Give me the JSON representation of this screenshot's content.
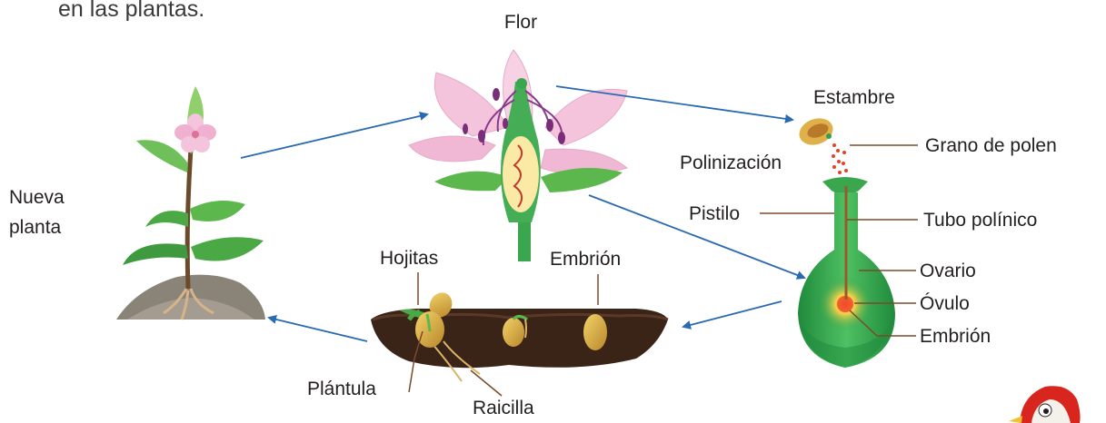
{
  "intro_text": "en las plantas.",
  "labels": {
    "flor": "Flor",
    "estambre": "Estambre",
    "grano_polen": "Grano de polen",
    "polinizacion": "Polinización",
    "pistilo": "Pistilo",
    "tubo_polinico": "Tubo polínico",
    "ovario": "Ovario",
    "ovulo": "Óvulo",
    "embrion_ovulo": "Embrión",
    "nueva_planta_line1": "Nueva",
    "nueva_planta_line2": "planta",
    "hojitas": "Hojitas",
    "embrion_semilla": "Embrión",
    "plantula": "Plántula",
    "raicilla": "Raicilla"
  },
  "colors": {
    "arrow": "#2a6ab0",
    "leader": "#7a4b2a",
    "pistil_green": "#2fa04a",
    "petal_pink": "#f4c4dc",
    "soil": "#3a2418"
  }
}
